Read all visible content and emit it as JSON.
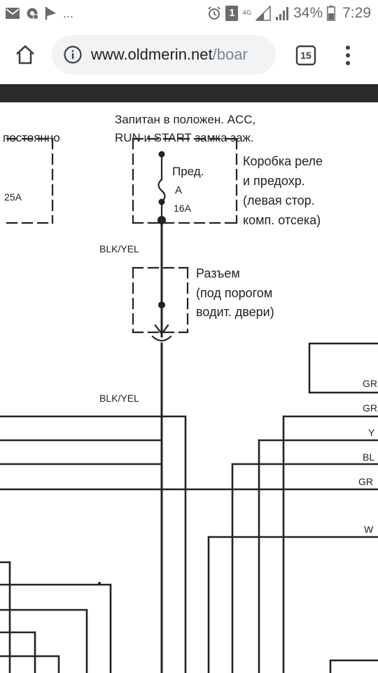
{
  "status_bar": {
    "left_more": "...",
    "notification_count": "1",
    "network": "4G",
    "battery": "34%",
    "time": "7:29"
  },
  "browser": {
    "url_domain": "www.oldmerin.net",
    "url_path": "/boar",
    "tab_count": "15"
  },
  "diagram": {
    "top_note_1": "Запитан в положен. ACC,",
    "top_note_2": "RUN и START замка заж.",
    "left_label": "постоянно",
    "left_fuse": "25A",
    "fuse_label_1": "Пред.",
    "fuse_label_2": "A",
    "fuse_label_3": "16A",
    "relay_box_1": "Коробка реле",
    "relay_box_2": "и предохр.",
    "relay_box_3": "(левая стор.",
    "relay_box_4": "комп. отсека)",
    "wire_1": "BLK/YEL",
    "connector_1": "Разъем",
    "connector_2": "(под порогом",
    "connector_3": "водит. двери)",
    "wire_2": "BLK/YEL",
    "right_gr_1": "GR",
    "right_gr_2": "GR",
    "right_y": "Y",
    "right_bl": "BL",
    "right_gr_3": "GR",
    "right_w": "W"
  }
}
